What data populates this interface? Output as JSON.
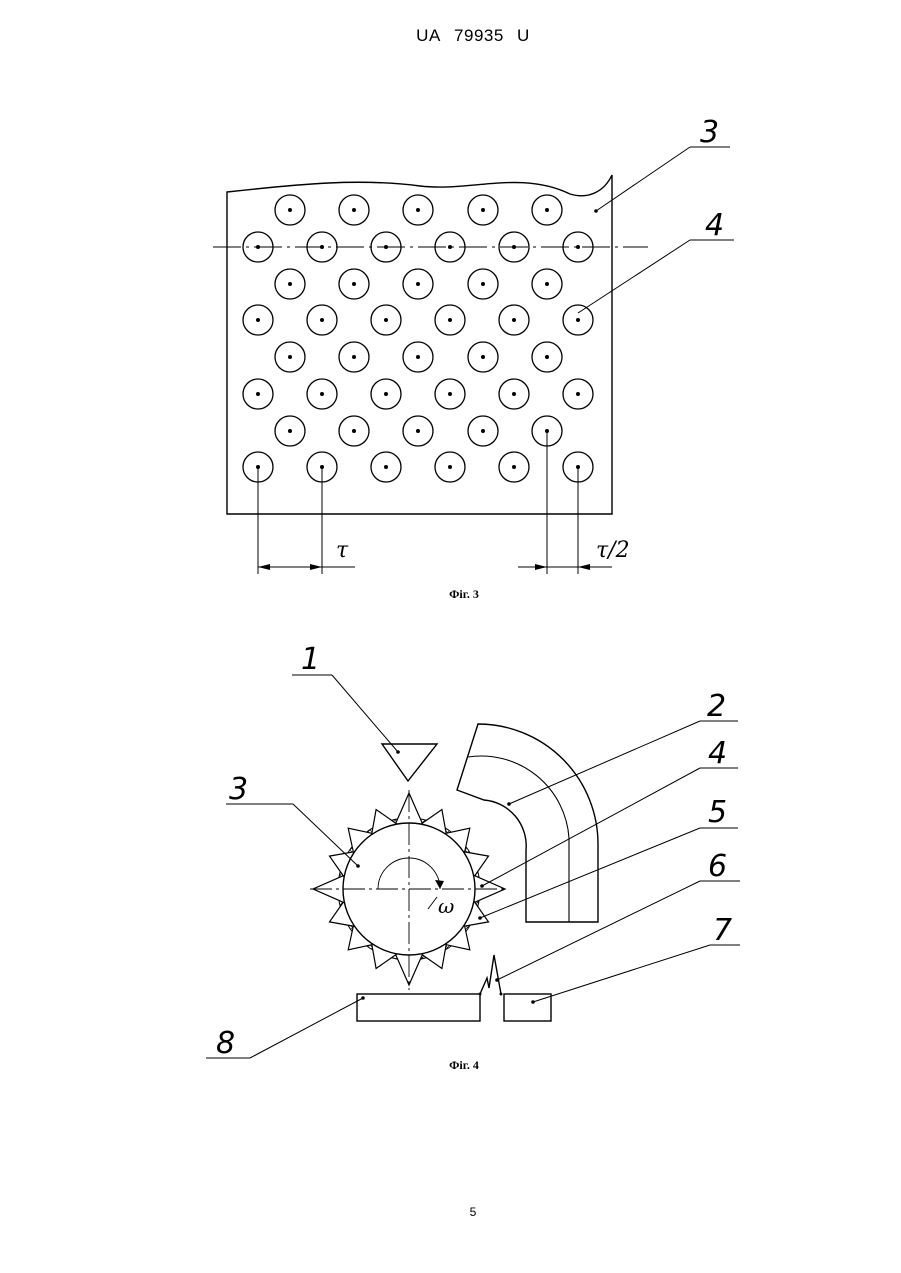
{
  "header": {
    "country": "UA",
    "number": "79935",
    "kind": "U"
  },
  "fig3": {
    "caption": "Фіг. 3",
    "labels": {
      "plate": "3",
      "hole": "4"
    },
    "dims": {
      "pitch": "τ",
      "half_pitch": "τ/2"
    }
  },
  "fig4": {
    "caption": "Фіг. 4",
    "labels": {
      "l1": "1",
      "l2": "2",
      "l3": "3",
      "l4": "4",
      "l5": "5",
      "l6": "6",
      "l7": "7",
      "l8": "8",
      "omega": "ω"
    }
  },
  "page_number": "5"
}
